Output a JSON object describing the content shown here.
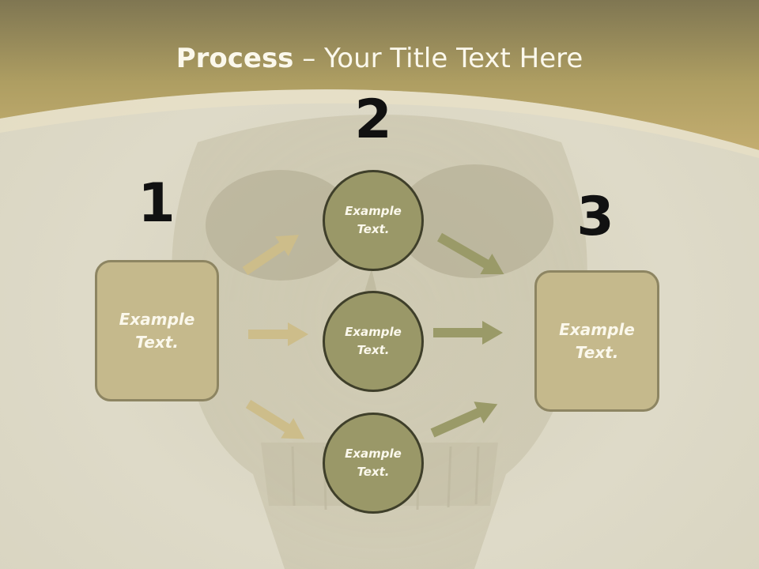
{
  "slide": {
    "title_bold": "Process",
    "title_rest": " – Your Title Text Here"
  },
  "steps": [
    {
      "number": "1"
    },
    {
      "number": "2"
    },
    {
      "number": "3"
    }
  ],
  "nodes": {
    "left_box": "Example\nText.",
    "circle_top": "Example\nText.",
    "circle_middle": "Example\nText.",
    "circle_bottom": "Example\nText.",
    "right_box": "Example\nText."
  },
  "colors": {
    "header_band": "#b7a567",
    "box_fill": "#c5b98c",
    "circle_fill": "#9a9868",
    "arrow_light": "#cdbd8a",
    "arrow_dark": "#9a9a68"
  },
  "background_image": "skull-watermark"
}
